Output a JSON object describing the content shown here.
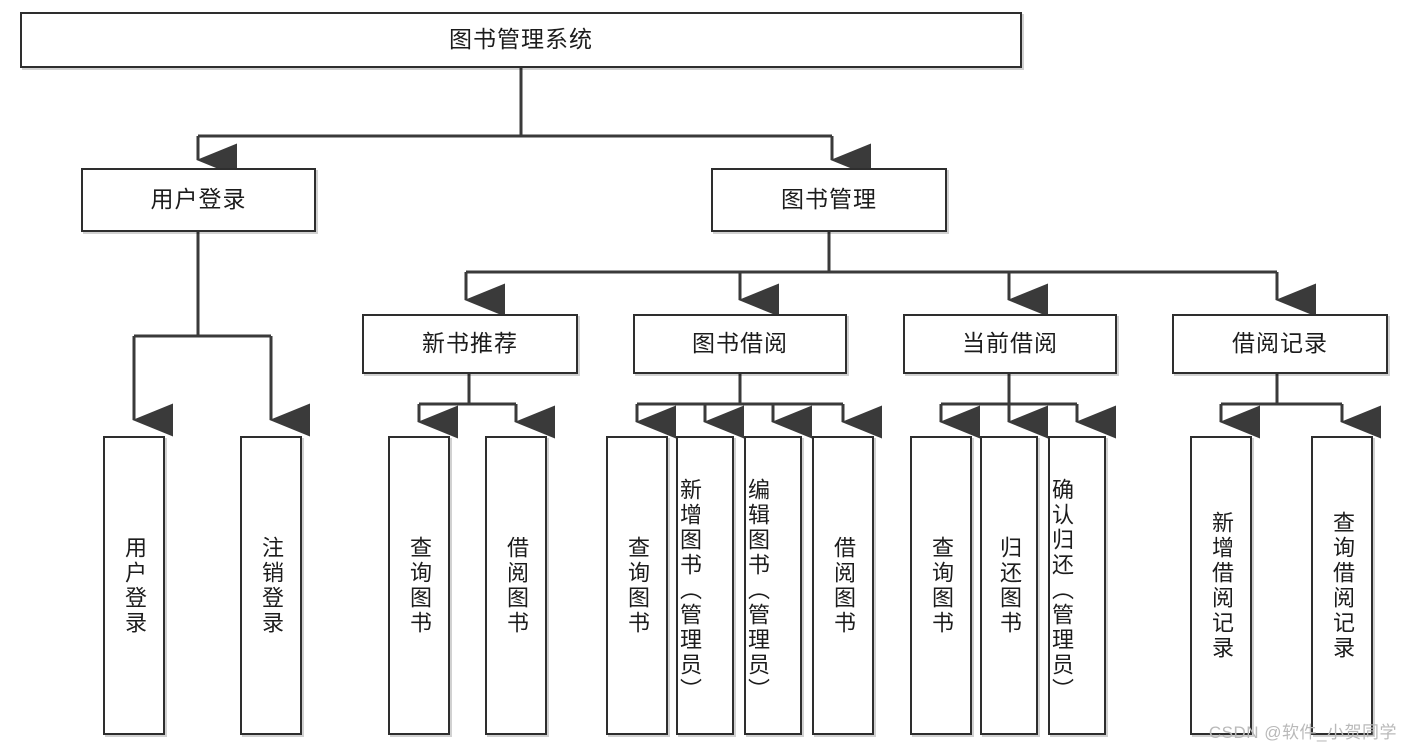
{
  "diagram": {
    "type": "tree-hierarchy",
    "title": "图书管理系统",
    "root": {
      "id": "root",
      "label": "图书管理系统"
    },
    "level2": [
      {
        "id": "user-login",
        "label": "用户登录"
      },
      {
        "id": "book-manage",
        "label": "图书管理"
      }
    ],
    "level3": [
      {
        "id": "new-book-recommend",
        "label": "新书推荐",
        "parent": "book-manage"
      },
      {
        "id": "book-borrow",
        "label": "图书借阅",
        "parent": "book-manage"
      },
      {
        "id": "current-borrow",
        "label": "当前借阅",
        "parent": "book-manage"
      },
      {
        "id": "borrow-record",
        "label": "借阅记录",
        "parent": "book-manage"
      }
    ],
    "leaves": [
      {
        "id": "leaf-user-login",
        "label": "用户登录",
        "parent": "user-login"
      },
      {
        "id": "leaf-logout-login",
        "label": "注销登录",
        "parent": "user-login"
      },
      {
        "id": "leaf-query-book-1",
        "label": "查询图书",
        "parent": "new-book-recommend"
      },
      {
        "id": "leaf-borrow-book-1",
        "label": "借阅图书",
        "parent": "new-book-recommend"
      },
      {
        "id": "leaf-query-book-2",
        "label": "查询图书",
        "parent": "book-borrow"
      },
      {
        "id": "leaf-add-book",
        "label": "新增图书（管理员）",
        "parent": "book-borrow"
      },
      {
        "id": "leaf-edit-book",
        "label": "编辑图书（管理员）",
        "parent": "book-borrow"
      },
      {
        "id": "leaf-borrow-book-2",
        "label": "借阅图书",
        "parent": "book-borrow"
      },
      {
        "id": "leaf-query-book-3",
        "label": "查询图书",
        "parent": "current-borrow"
      },
      {
        "id": "leaf-return-book",
        "label": "归还图书",
        "parent": "current-borrow"
      },
      {
        "id": "leaf-confirm-return",
        "label": "确认归还（管理员）",
        "parent": "current-borrow"
      },
      {
        "id": "leaf-add-borrow-record",
        "label": "新增借阅记录",
        "parent": "borrow-record"
      },
      {
        "id": "leaf-query-borrow-record",
        "label": "查询借阅记录",
        "parent": "borrow-record"
      }
    ],
    "colors": {
      "box_border": "#2e2e2e",
      "box_fill": "#ffffff",
      "connector": "#3a3a3a",
      "text": "#1c1c1c",
      "watermark": "#b9b9b9",
      "background": "#ffffff"
    }
  },
  "watermark": {
    "text": "CSDN @软件_小贺同学"
  }
}
